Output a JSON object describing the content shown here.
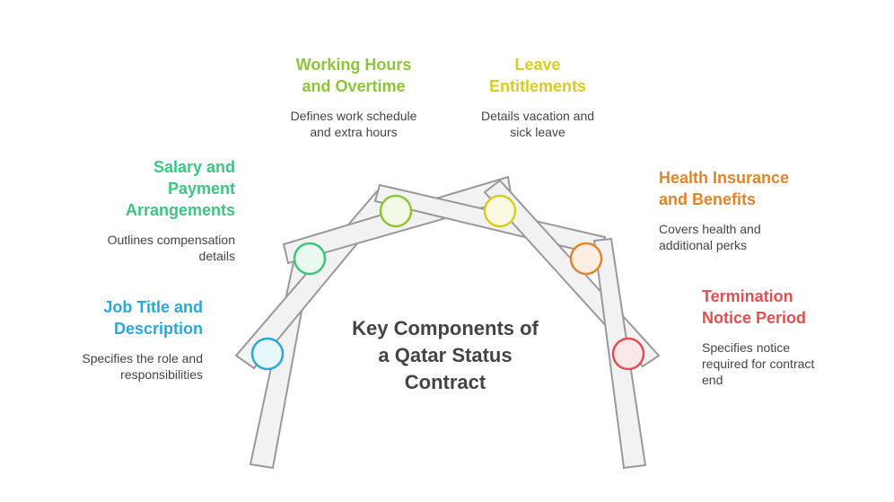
{
  "center_title": [
    "Key Components of",
    "a Qatar Status",
    "Contract"
  ],
  "components": [
    {
      "title": [
        "Job Title and",
        "Description"
      ],
      "description": [
        "Specifies the role and",
        "responsibilities"
      ],
      "color": "#2aa8d8",
      "fill": "#e8f7fc"
    },
    {
      "title": [
        "Salary and",
        "Payment",
        "Arrangements"
      ],
      "description": [
        "Outlines compensation",
        "details"
      ],
      "color": "#3cc481",
      "fill": "#e9f9f0"
    },
    {
      "title": [
        "Working Hours",
        "and Overtime"
      ],
      "description": [
        "Defines work schedule",
        "and extra hours"
      ],
      "color": "#8ec43a",
      "fill": "#f2f9e4"
    },
    {
      "title": [
        "Leave",
        "Entitlements"
      ],
      "description": [
        "Details vacation and",
        "sick leave"
      ],
      "color": "#d8cc26",
      "fill": "#fbf9e0"
    },
    {
      "title": [
        "Health Insurance",
        "and Benefits"
      ],
      "description": [
        "Covers health and",
        "additional perks"
      ],
      "color": "#e0842e",
      "fill": "#fcefe2"
    },
    {
      "title": [
        "Termination",
        "Notice Period"
      ],
      "description": [
        "Specifies notice",
        "required for contract",
        "end"
      ],
      "color": "#e05050",
      "fill": "#fce8e8"
    }
  ]
}
